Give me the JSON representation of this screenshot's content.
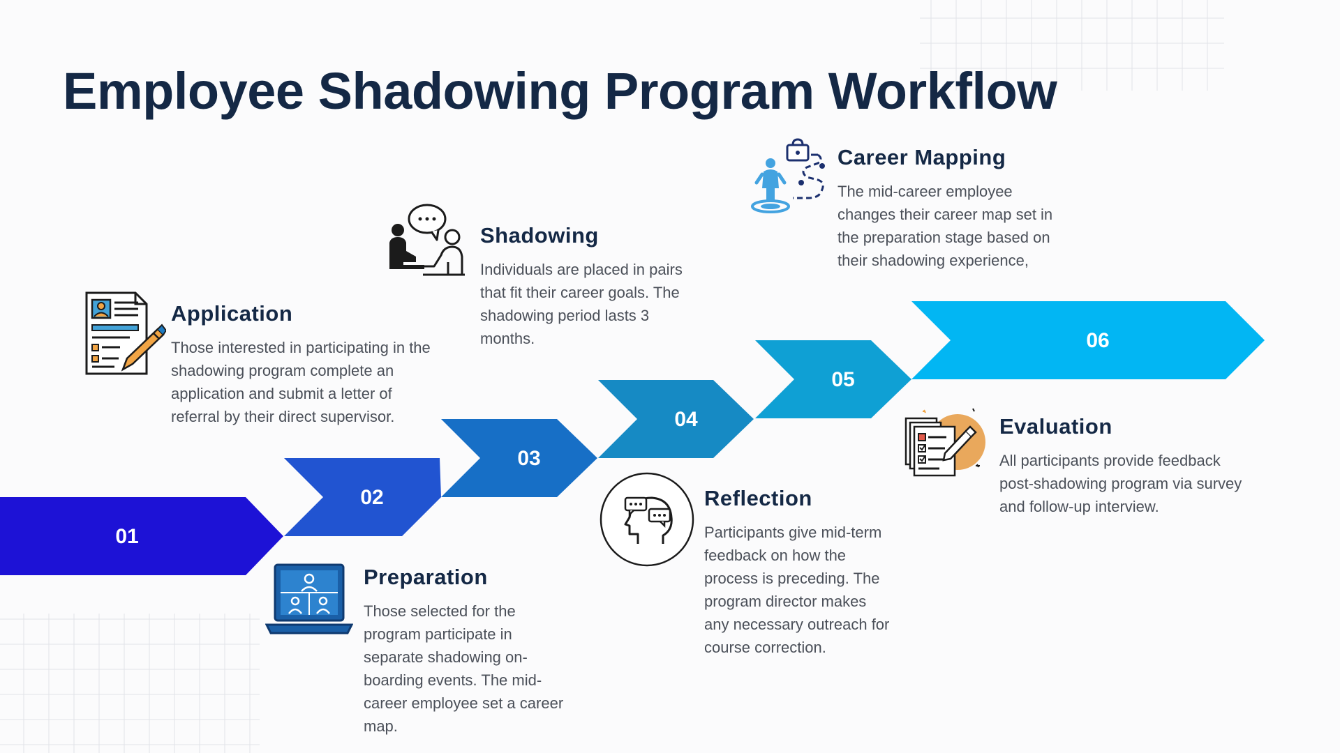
{
  "title": "Employee Shadowing Program Workflow",
  "colors": {
    "title": "#142845",
    "arrow_01": "#1d12d6",
    "arrow_02": "#2154d1",
    "arrow_03": "#176fc6",
    "arrow_04": "#168ac4",
    "arrow_05": "#0fa0d4",
    "arrow_06": "#02b6f3"
  },
  "steps": [
    {
      "number": "01",
      "title": "Application",
      "icon": "application-form-icon",
      "description": "Those interested in participating in the shadowing program complete an application and submit a letter of referral by their direct supervisor."
    },
    {
      "number": "02",
      "title": "Preparation",
      "icon": "video-meeting-laptop-icon",
      "description": "Those selected for the program participate in separate shadowing on-boarding events. The mid-career employee set a career map."
    },
    {
      "number": "03",
      "title": "Shadowing",
      "icon": "conversation-people-icon",
      "description": "Individuals are placed in pairs that fit their career goals. The shadowing period lasts 3 months."
    },
    {
      "number": "04",
      "title": "Reflection",
      "icon": "head-speech-bubbles-icon",
      "description": "Participants give mid-term feedback on how the process is preceding. The program director makes any necessary outreach for course correction."
    },
    {
      "number": "05",
      "title": "Career Mapping",
      "icon": "career-path-icon",
      "description": "The mid-career employee changes their career map set in the preparation stage based on their shadowing experience,"
    },
    {
      "number": "06",
      "title": "Evaluation",
      "icon": "evaluation-checklist-icon",
      "description": "All participants provide feedback post-shadowing program via survey and follow-up interview."
    }
  ]
}
